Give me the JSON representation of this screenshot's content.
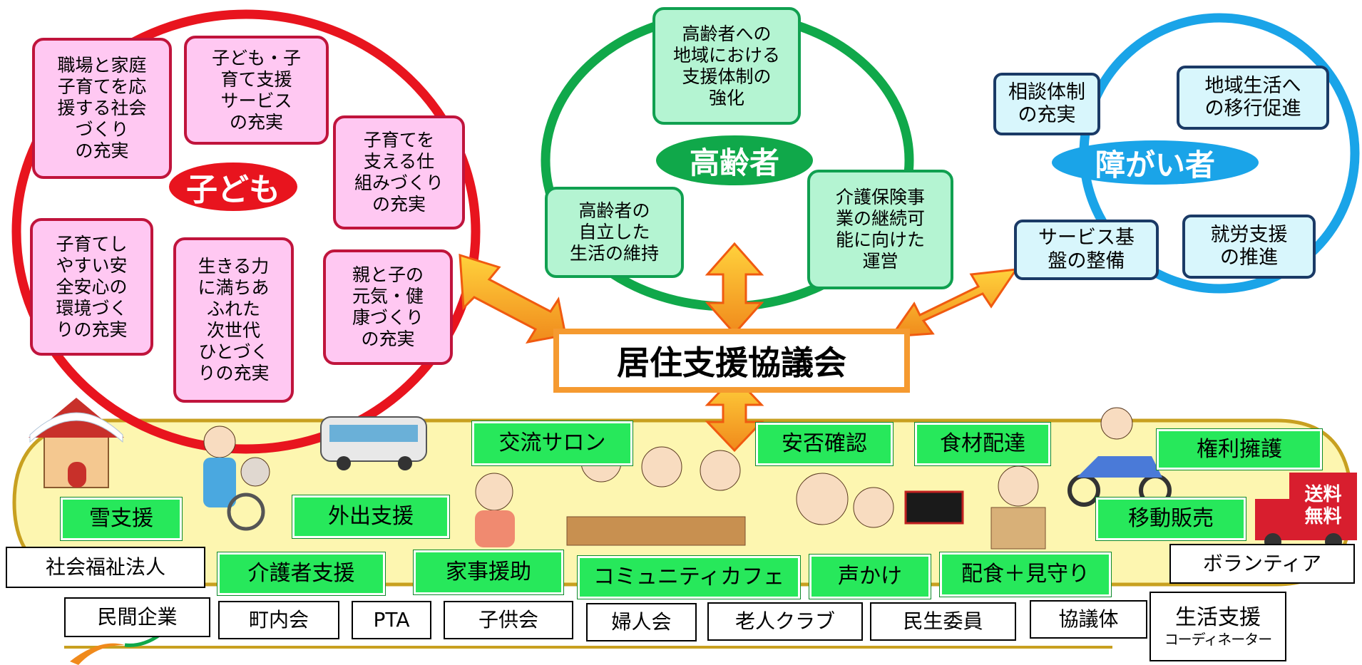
{
  "children": {
    "label": "子ども",
    "items": [
      "職場と家庭\n子育てを応\n援する社会\nづくり\nの充実",
      "子ども・子\n育て支援\nサービス\nの充実",
      "子育てを\n支える仕\n組みづくり\nの充実",
      "子育てし\nやすい安\n全安心の\n環境づく\nりの充実",
      "生きる力\nに満ちあ\nふれた\n次世代\nひとづく\nりの充実",
      "親と子の\n元気・健\n康づくり\nの充実"
    ]
  },
  "elderly": {
    "label": "高齢者",
    "items": [
      "高齢者への\n地域における\n支援体制の\n強化",
      "高齢者の\n自立した\n生活の維持",
      "介護保険事\n業の継続可\n能に向けた\n運営"
    ]
  },
  "disabled": {
    "label": "障がい者",
    "items": [
      "相談体制\nの充実",
      "地域生活へ\nの移行促進",
      "サービス基\n盤の整備",
      "就労支援\nの推進"
    ]
  },
  "council": "居住支援協議会",
  "services": [
    "交流サロン",
    "安否確認",
    "食材配達",
    "権利擁護",
    "雪支援",
    "外出支援",
    "移動販売",
    "介護者支援",
    "家事援助",
    "コミュニティカフェ",
    "声かけ",
    "配食＋見守り"
  ],
  "actors": [
    "社会福祉法人",
    "ボランティア",
    "民間企業",
    "町内会",
    "PTA",
    "子供会",
    "婦人会",
    "老人クラブ",
    "民生委員",
    "協議体"
  ],
  "coordinator": {
    "line1": "生活支援",
    "line2": "コーディネーター"
  },
  "truck_text": "送料\n無料",
  "colors": {
    "children": "#e8141e",
    "elderly": "#10a84a",
    "disabled": "#1aa4e8",
    "council_border": "#f59a30",
    "service": "#27e85b",
    "band": "#fdf6b0"
  }
}
